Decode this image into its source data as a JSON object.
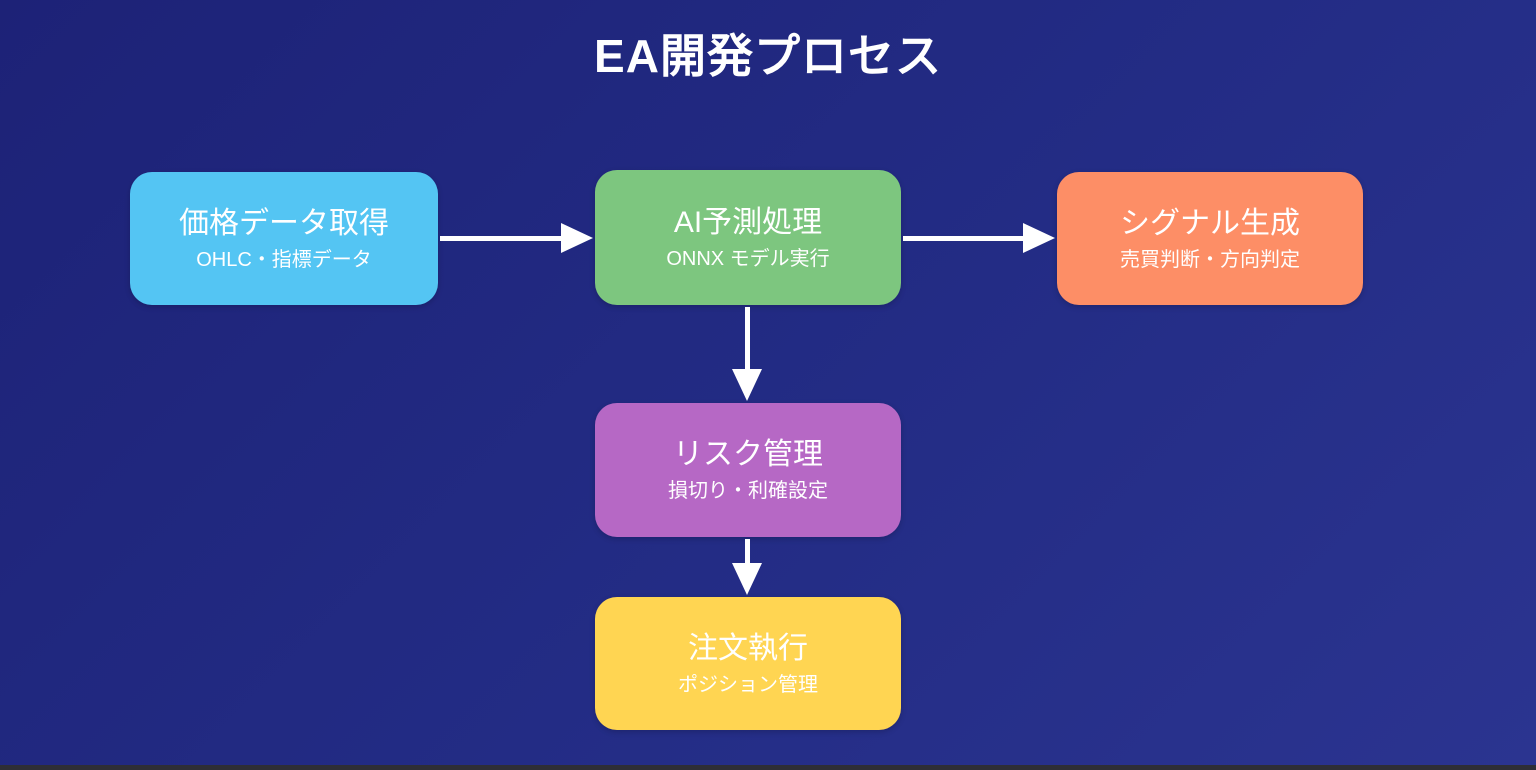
{
  "page": {
    "title": "EA開発プロセス"
  },
  "theme": {
    "background_gradient_start": "#1d2277",
    "background_gradient_end": "#2b3490",
    "text_color": "#ffffff",
    "arrow_color": "#ffffff",
    "bottom_bar_color": "#2e2e36"
  },
  "diagram": {
    "type": "flowchart",
    "nodes": [
      {
        "id": "price-data-acquisition",
        "label": "価格データ取得",
        "sublabel": "OHLC・指標データ",
        "color": "#54c5f3"
      },
      {
        "id": "ai-prediction",
        "label": "AI予測処理",
        "sublabel": "ONNX モデル実行",
        "color": "#7dc67f"
      },
      {
        "id": "signal-generation",
        "label": "シグナル生成",
        "sublabel": "売買判断・方向判定",
        "color": "#fd8e66"
      },
      {
        "id": "risk-management",
        "label": "リスク管理",
        "sublabel": "損切り・利確設定",
        "color": "#b668c5"
      },
      {
        "id": "order-execution",
        "label": "注文執行",
        "sublabel": "ポジション管理",
        "color": "#ffd552"
      }
    ],
    "edges": [
      {
        "from": "price-data-acquisition",
        "to": "ai-prediction",
        "direction": "right"
      },
      {
        "from": "ai-prediction",
        "to": "signal-generation",
        "direction": "right"
      },
      {
        "from": "ai-prediction",
        "to": "risk-management",
        "direction": "down"
      },
      {
        "from": "risk-management",
        "to": "order-execution",
        "direction": "down"
      }
    ]
  }
}
